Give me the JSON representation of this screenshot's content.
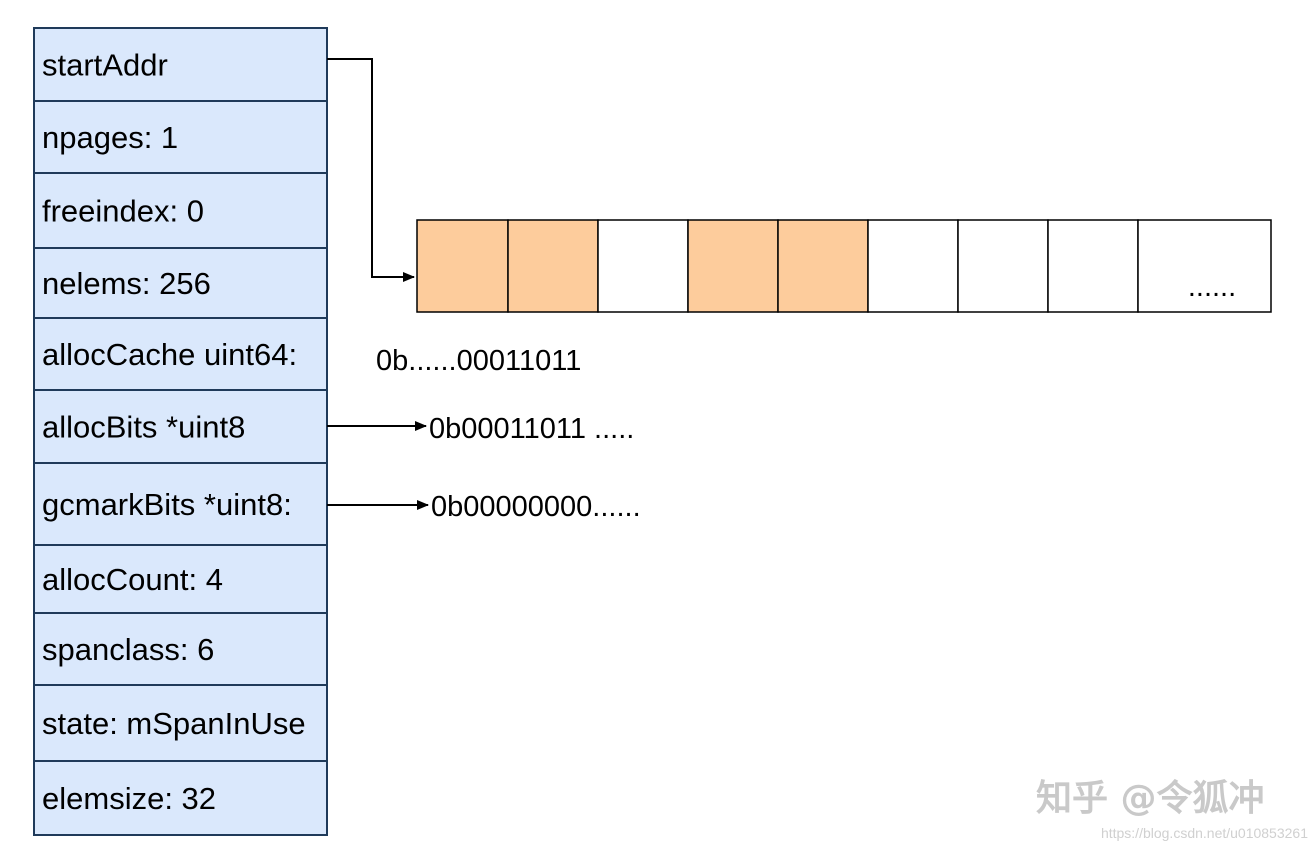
{
  "colors": {
    "field_fill": "#dae8fc",
    "field_stroke": "#1f3a5a",
    "allocated_slot": "#fdcc9c",
    "free_slot": "#ffffff",
    "line": "#000000",
    "watermark": "#c9c9c9"
  },
  "span_struct": {
    "fields": [
      {
        "label": "startAddr"
      },
      {
        "label": "npages: 1"
      },
      {
        "label": "freeindex: 0"
      },
      {
        "label": "nelems: 256"
      },
      {
        "label": "allocCache uint64:"
      },
      {
        "label": "allocBits *uint8"
      },
      {
        "label": "gcmarkBits *uint8:"
      },
      {
        "label": "allocCount: 4"
      },
      {
        "label": "spanclass: 6"
      },
      {
        "label": "state: mSpanInUse"
      },
      {
        "label": "elemsize: 32"
      }
    ]
  },
  "memory_slots": {
    "allocated": [
      true,
      true,
      false,
      true,
      true,
      false,
      false,
      false,
      false
    ],
    "ellipsis": "......"
  },
  "values": {
    "alloc_cache": "0b......00011011",
    "alloc_bits": "0b00011011 .....",
    "gcmark_bits": "0b00000000......"
  },
  "watermark": {
    "text": "知乎 @令狐冲",
    "url": "https://blog.csdn.net/u010853261"
  }
}
